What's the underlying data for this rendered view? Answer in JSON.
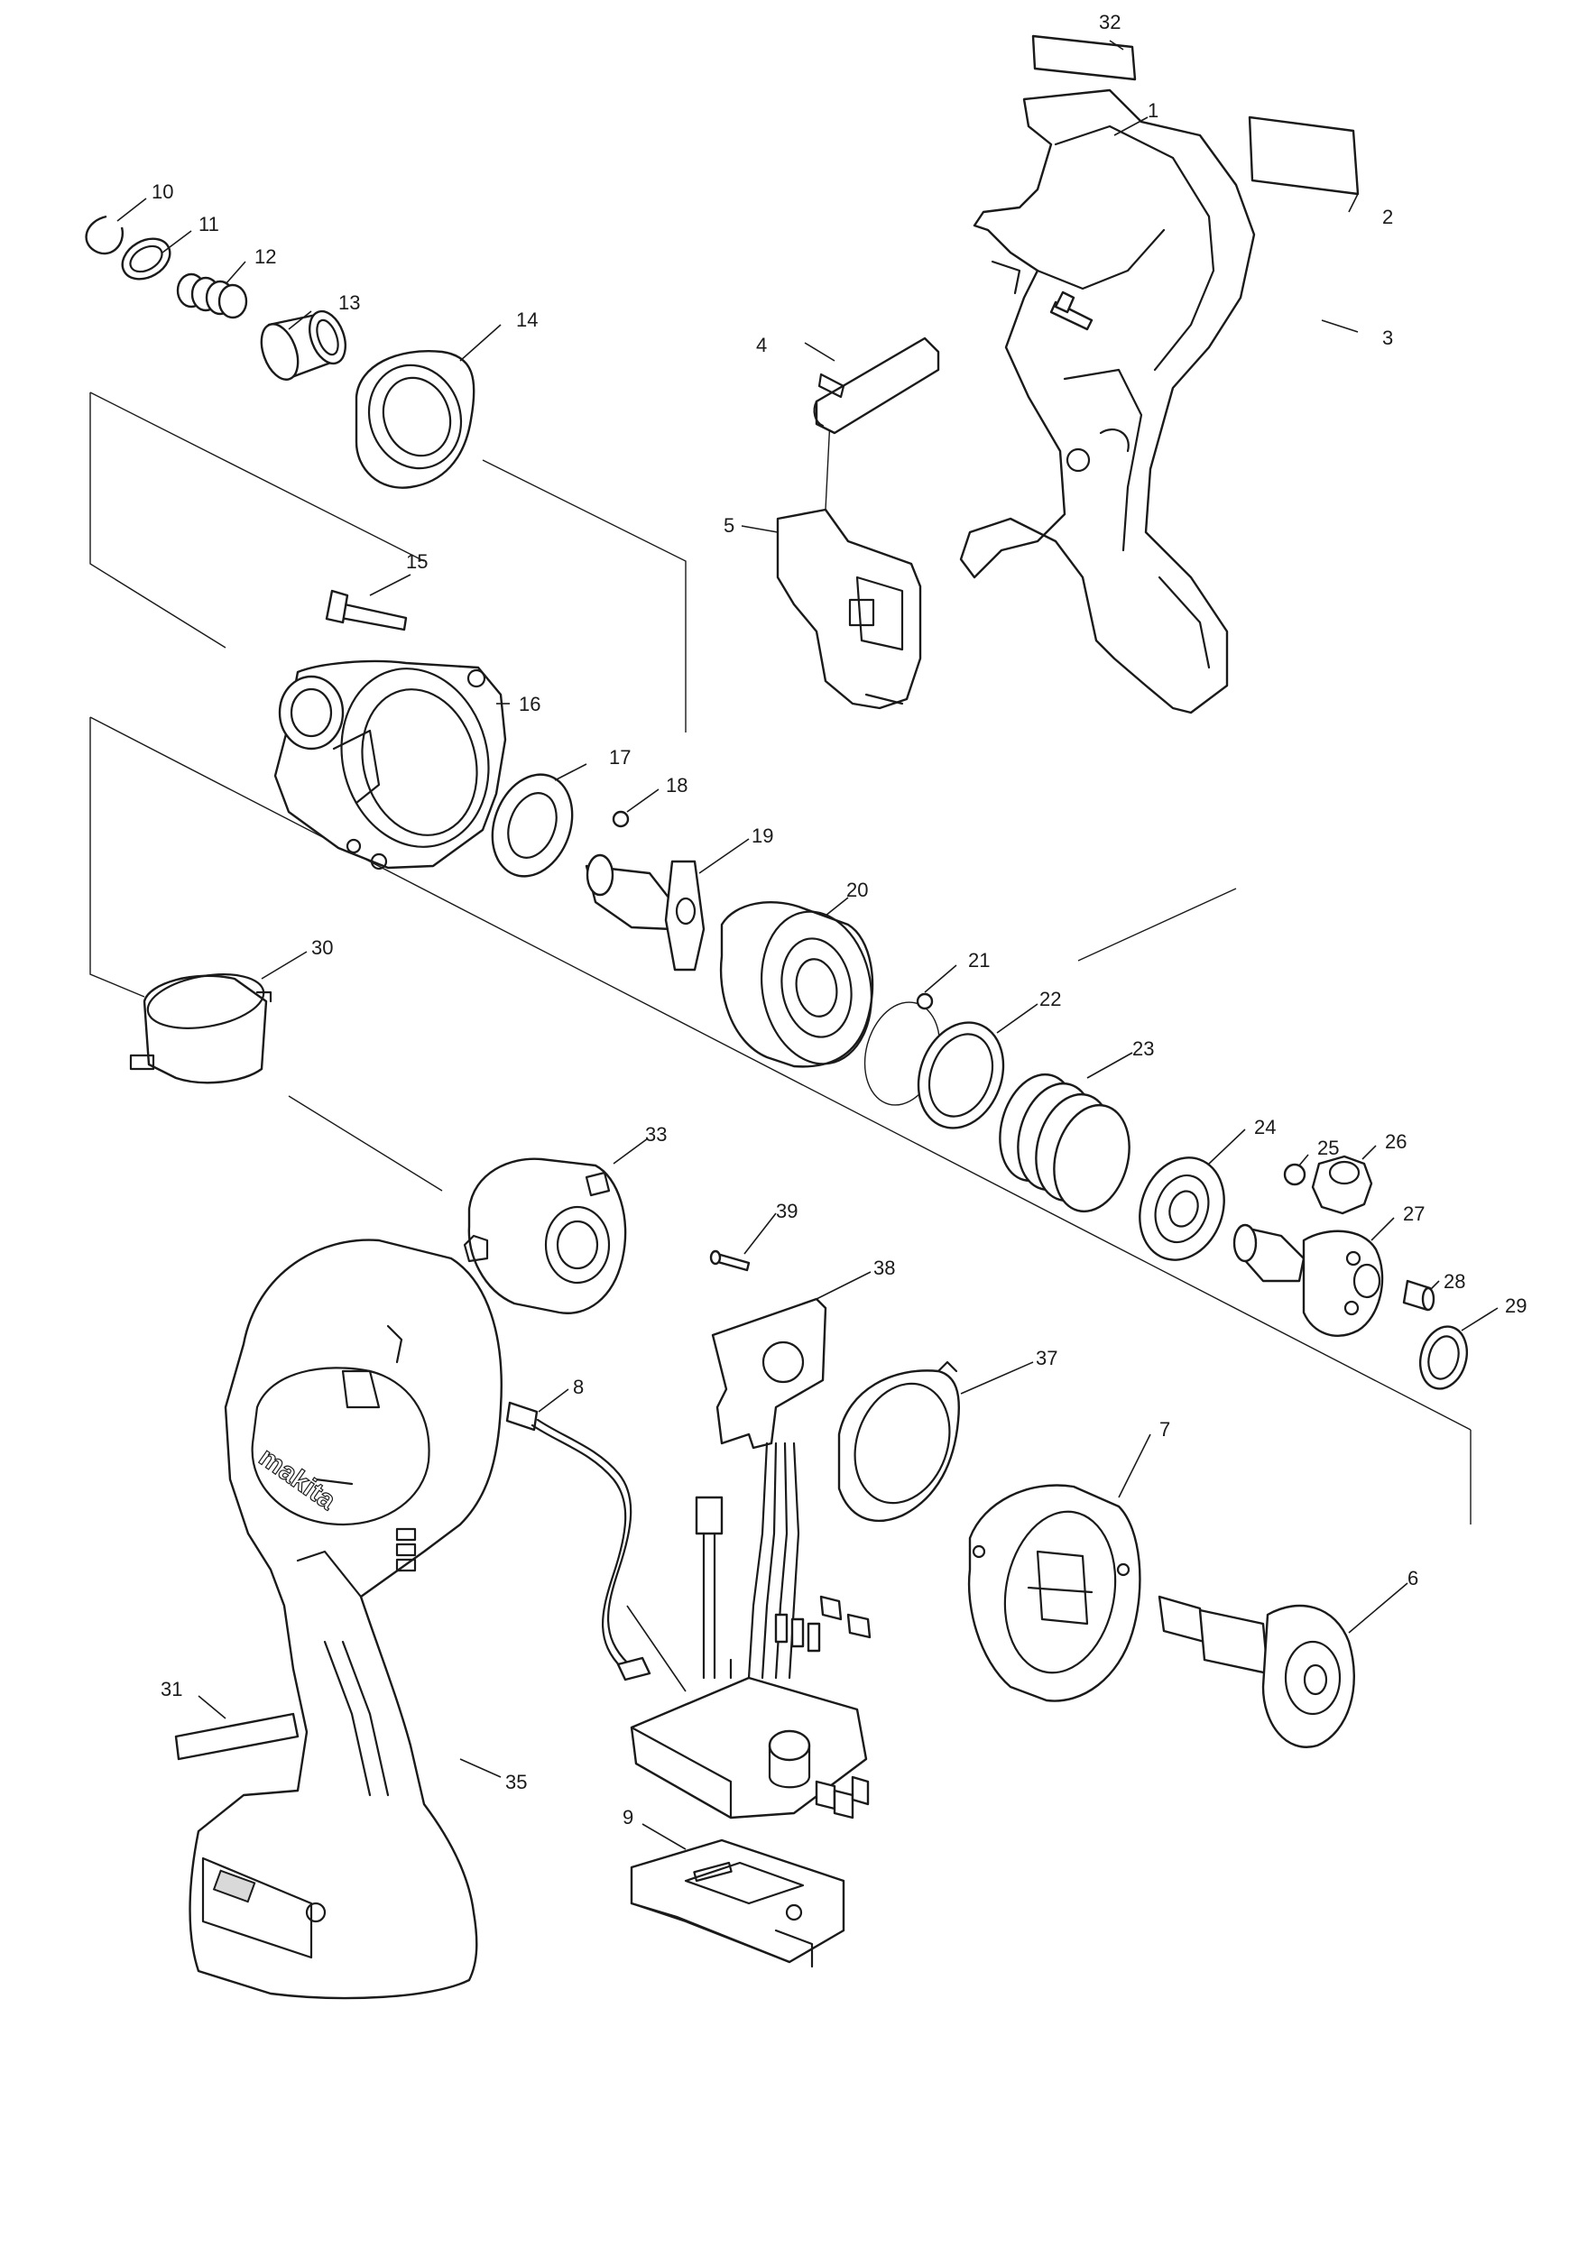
{
  "brand_mark": "makita",
  "callouts": [
    {
      "id": "32",
      "label": "32"
    },
    {
      "id": "1",
      "label": "1"
    },
    {
      "id": "2",
      "label": "2"
    },
    {
      "id": "3",
      "label": "3"
    },
    {
      "id": "4",
      "label": "4"
    },
    {
      "id": "5",
      "label": "5"
    },
    {
      "id": "10",
      "label": "10"
    },
    {
      "id": "11",
      "label": "11"
    },
    {
      "id": "12",
      "label": "12"
    },
    {
      "id": "13",
      "label": "13"
    },
    {
      "id": "14",
      "label": "14"
    },
    {
      "id": "15",
      "label": "15"
    },
    {
      "id": "16",
      "label": "16"
    },
    {
      "id": "17",
      "label": "17"
    },
    {
      "id": "18",
      "label": "18"
    },
    {
      "id": "19",
      "label": "19"
    },
    {
      "id": "20",
      "label": "20"
    },
    {
      "id": "21",
      "label": "21"
    },
    {
      "id": "22",
      "label": "22"
    },
    {
      "id": "23",
      "label": "23"
    },
    {
      "id": "24",
      "label": "24"
    },
    {
      "id": "25",
      "label": "25"
    },
    {
      "id": "26",
      "label": "26"
    },
    {
      "id": "27",
      "label": "27"
    },
    {
      "id": "28",
      "label": "28"
    },
    {
      "id": "29",
      "label": "29"
    },
    {
      "id": "30",
      "label": "30"
    },
    {
      "id": "33",
      "label": "33"
    },
    {
      "id": "39",
      "label": "39"
    },
    {
      "id": "38",
      "label": "38"
    },
    {
      "id": "37",
      "label": "37"
    },
    {
      "id": "8",
      "label": "8"
    },
    {
      "id": "7",
      "label": "7"
    },
    {
      "id": "6",
      "label": "6"
    },
    {
      "id": "31",
      "label": "31"
    },
    {
      "id": "35",
      "label": "35"
    },
    {
      "id": "9",
      "label": "9"
    }
  ]
}
